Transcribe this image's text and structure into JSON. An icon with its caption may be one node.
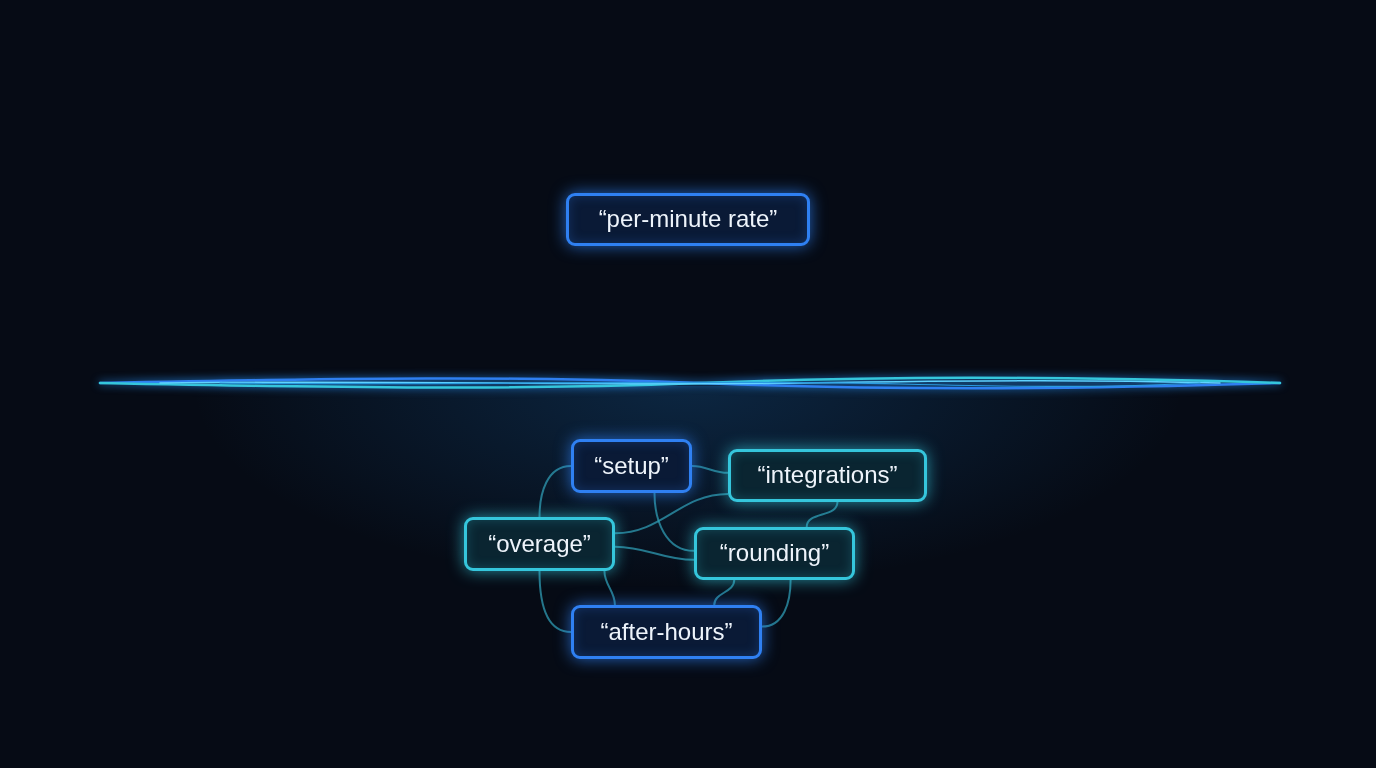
{
  "diagram": {
    "nodes": [
      {
        "text": [
          "“per-minute rate”"
        ]
      },
      {
        "text": [
          "“setup”"
        ]
      },
      {
        "text": [
          "“integrations”"
        ]
      },
      {
        "text": [
          "“overage”"
        ]
      },
      {
        "text": [
          "“rounding”"
        ]
      },
      {
        "text": [
          "“after-hours”"
        ]
      }
    ],
    "edges": [
      {
        "from": 1,
        "to": 2,
        "arrow": "none"
      },
      {
        "from": 1,
        "to": 4,
        "arrow": "none"
      },
      {
        "from": 1,
        "to": 3,
        "arrow": "none"
      },
      {
        "from": 3,
        "to": 2,
        "arrow": "none"
      },
      {
        "from": 3,
        "to": 4,
        "arrow": "none"
      },
      {
        "from": 3,
        "to": 5,
        "arrow": "none"
      },
      {
        "from": 3,
        "to": 5,
        "arrow": "none"
      },
      {
        "from": 4,
        "to": 5,
        "arrow": "none"
      },
      {
        "from": 2,
        "to": 4,
        "arrow": "none"
      },
      {
        "from": 4,
        "to": 5,
        "arrow": "none"
      }
    ]
  }
}
